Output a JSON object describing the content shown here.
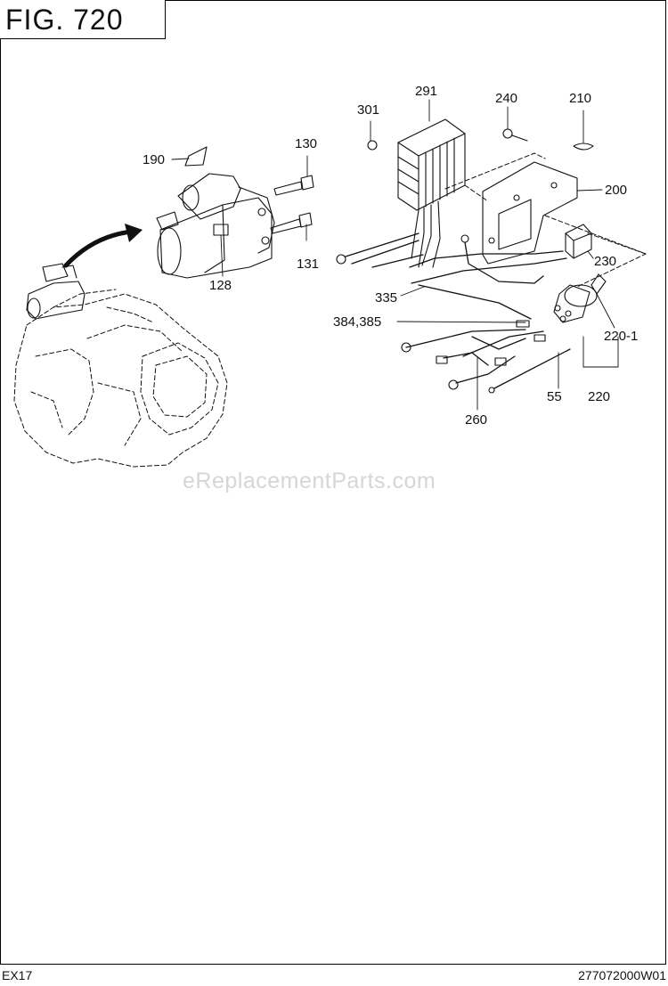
{
  "figure": {
    "title": "FIG. 720"
  },
  "callouts": {
    "c190": "190",
    "c130": "130",
    "c131": "131",
    "c128": "128",
    "c301": "301",
    "c291": "291",
    "c240": "240",
    "c210": "210",
    "c200": "200",
    "c230": "230",
    "c335": "335",
    "c384_385": "384,385",
    "c220_1": "220-1",
    "c220": "220",
    "c55": "55",
    "c260": "260"
  },
  "watermark": "eReplacementParts.com",
  "footer": {
    "model": "EX17",
    "drawing_number": "277072000W01"
  }
}
